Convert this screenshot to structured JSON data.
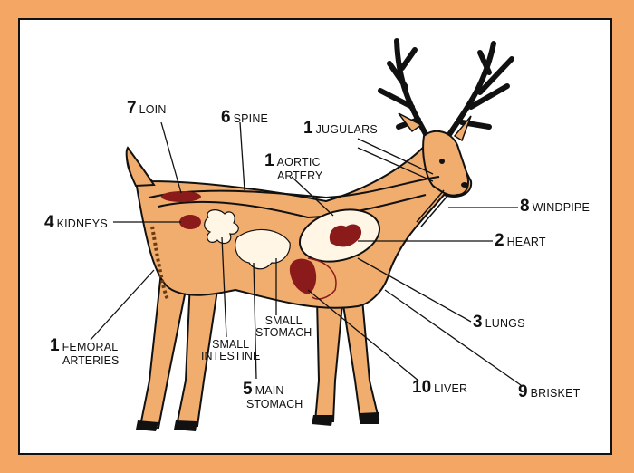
{
  "colors": {
    "background": "#F4A765",
    "panel": "#FFFFFF",
    "hide": "#F1AD6D",
    "shadow": "#C8873F",
    "organ": "#8B1A1A",
    "ink": "#111111"
  },
  "labels": {
    "loin": {
      "number": "7",
      "text": "LOIN"
    },
    "spine": {
      "number": "6",
      "text": "SPINE"
    },
    "jugulars": {
      "number": "1",
      "text": "JUGULARS"
    },
    "aortic": {
      "number": "1",
      "line1": "AORTIC",
      "line2": "ARTERY"
    },
    "windpipe": {
      "number": "8",
      "text": "WINDPIPE"
    },
    "kidneys": {
      "number": "4",
      "text": "KIDNEYS"
    },
    "heart": {
      "number": "2",
      "text": "HEART"
    },
    "lungs": {
      "number": "3",
      "text": "LUNGS"
    },
    "femoral": {
      "number": "1",
      "line1": "FEMORAL",
      "line2": "ARTERIES"
    },
    "small_stomach": {
      "line1": "SMALL",
      "line2": "STOMACH"
    },
    "small_intestine": {
      "line1": "SMALL",
      "line2": "INTESTINE"
    },
    "main_stomach": {
      "number": "5",
      "line1": "MAIN",
      "line2": "STOMACH"
    },
    "liver": {
      "number": "10",
      "text": "LIVER"
    },
    "brisket": {
      "number": "9",
      "text": "BRISKET"
    }
  }
}
